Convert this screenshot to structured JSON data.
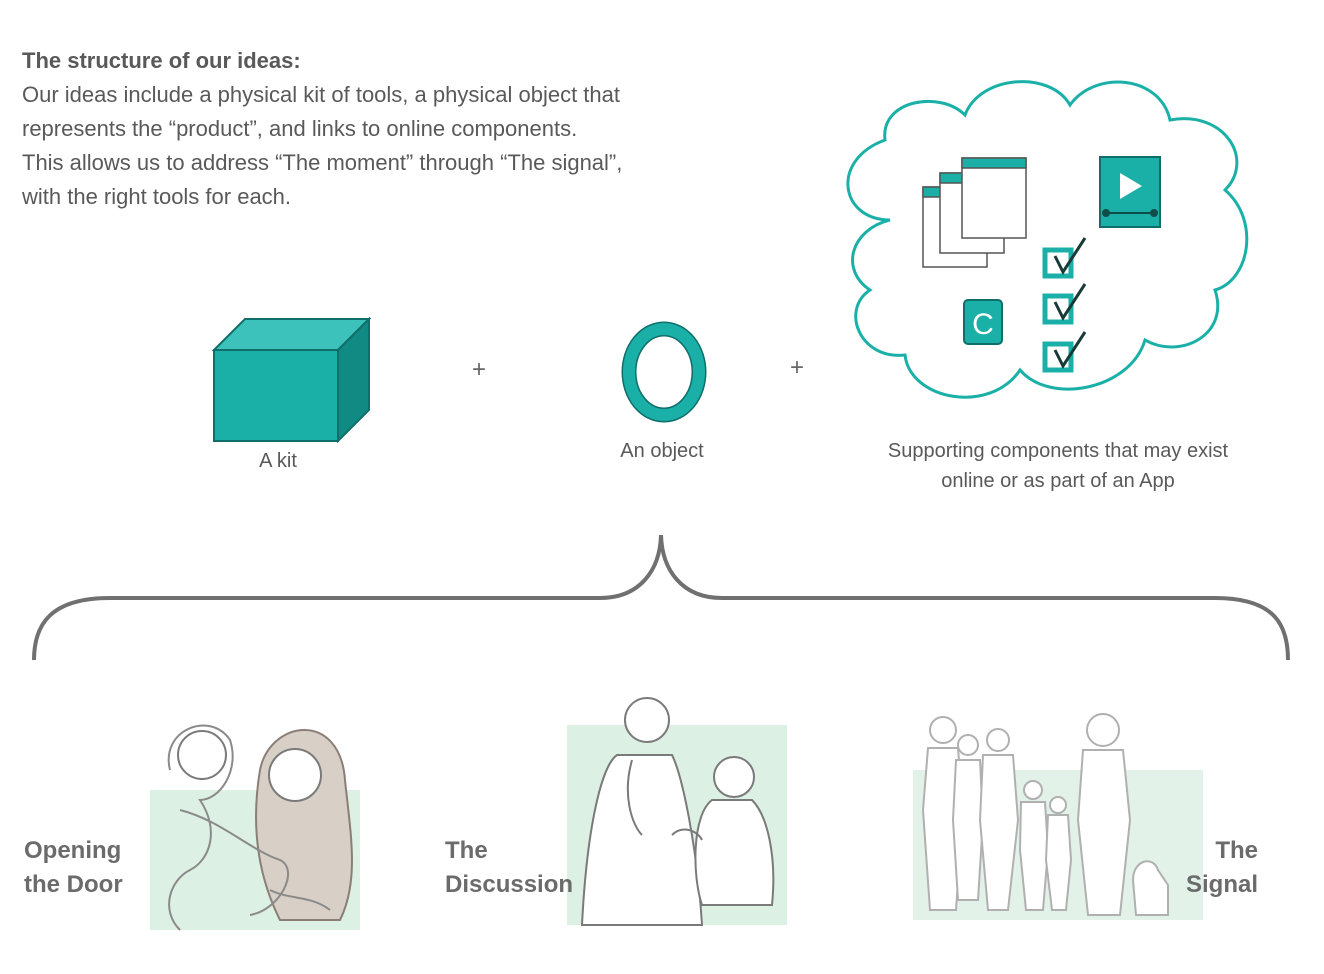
{
  "intro": {
    "title": "The structure of our ideas:",
    "lines": [
      "Our ideas include a physical kit of tools, a physical object that",
      "represents the “product”, and  links to online components.",
      "This allows us to address “The moment” through “The signal”,",
      "with the right tools for each."
    ]
  },
  "components": {
    "kit_label": "A kit",
    "object_label": "An object",
    "plus_1": "+",
    "plus_2": "+",
    "supporting_line1": "Supporting components that may exist",
    "supporting_line2": "online or as part of an App",
    "cloud_icon_letter": "C"
  },
  "sections": {
    "opening_line1": "Opening",
    "opening_line2": "the Door",
    "discussion_line1": "The",
    "discussion_line2": "Discussion",
    "signal_line1": "The",
    "signal_line2": "Signal"
  },
  "colors": {
    "teal": "#1ab0a8",
    "teal_dark": "#128a84",
    "teal_light": "#3cc2bb",
    "brace": "#707070",
    "sketch_wash": "#cfe9d8"
  }
}
